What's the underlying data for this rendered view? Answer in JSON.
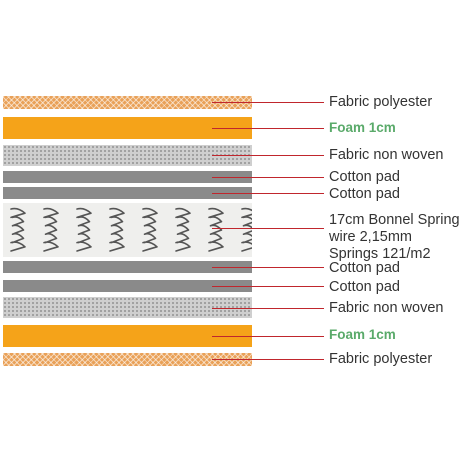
{
  "colors": {
    "fabric_polyester": "#e9a158",
    "foam": "#f5a319",
    "fabric_non_woven": "#cfcfcf",
    "cotton_pad": "#8a8a8a",
    "leader_line": "#c0262d",
    "foam_label": "#5aaa6a",
    "label_text": "#333333"
  },
  "layers": {
    "top_fabric_polyester": "Fabric polyester",
    "top_foam": "Foam 1cm",
    "top_fabric_non_woven": "Fabric non woven",
    "top_cotton_pad_1": "Cotton pad",
    "top_cotton_pad_2": "Cotton pad",
    "spring": [
      "17cm Bonnel Spring",
      "wire 2,15mm",
      "Springs 121/m2"
    ],
    "bottom_cotton_pad_1": "Cotton pad",
    "bottom_cotton_pad_2": "Cotton pad",
    "bottom_fabric_non_woven": "Fabric non woven",
    "bottom_foam": "Foam 1cm",
    "bottom_fabric_polyester": "Fabric polyester"
  }
}
